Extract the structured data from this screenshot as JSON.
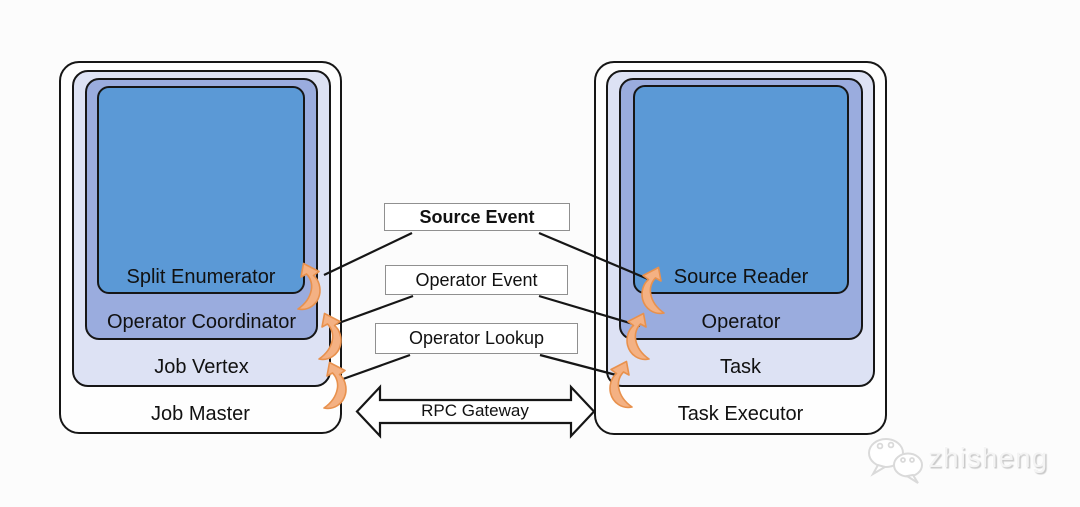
{
  "left_stack": {
    "layers": [
      {
        "label": "Job Master",
        "color": "#fefefe"
      },
      {
        "label": "Job Vertex",
        "color": "#dde2f4"
      },
      {
        "label": "Operator Coordinator",
        "color": "#9aacde"
      },
      {
        "label": "Split Enumerator",
        "color": "#5b99d6"
      }
    ]
  },
  "right_stack": {
    "layers": [
      {
        "label": "Task Executor",
        "color": "#fefefe"
      },
      {
        "label": "Task",
        "color": "#dde2f4"
      },
      {
        "label": "Operator",
        "color": "#9aacde"
      },
      {
        "label": "Source Reader",
        "color": "#5b99d6"
      }
    ]
  },
  "messages": [
    {
      "label": "Source Event",
      "emphasis": "bold"
    },
    {
      "label": "Operator Event",
      "emphasis": "normal"
    },
    {
      "label": "Operator Lookup",
      "emphasis": "normal"
    }
  ],
  "gateway": {
    "label": "RPC Gateway"
  },
  "watermark": {
    "label": "zhisheng",
    "icon": "wechat-icon"
  },
  "colors": {
    "inner_blue": "#5b99d6",
    "periwinkle": "#9aacde",
    "lavender": "#dde2f4",
    "white_box": "#fefefe",
    "arrow_orange": "#f4b183",
    "arrow_orange_outline": "#e8914d",
    "line_black": "#161616",
    "label_box_border": "#909090"
  }
}
